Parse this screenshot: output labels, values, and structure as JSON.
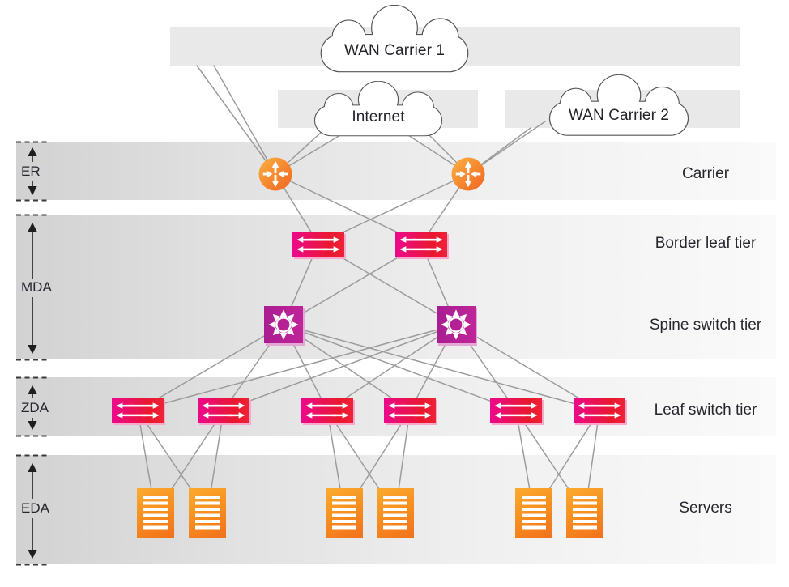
{
  "clouds": [
    {
      "label": "WAN Carrier 1"
    },
    {
      "label": "Internet"
    },
    {
      "label": "WAN Carrier 2"
    }
  ],
  "zones": [
    {
      "label": "ER"
    },
    {
      "label": "MDA"
    },
    {
      "label": "ZDA"
    },
    {
      "label": "EDA"
    }
  ],
  "tiers": [
    {
      "label": "Carrier"
    },
    {
      "label": "Border leaf tier"
    },
    {
      "label": "Spine switch tier"
    },
    {
      "label": "Leaf switch tier"
    },
    {
      "label": "Servers"
    }
  ],
  "icons": {
    "router": "round router with four arrows",
    "border_leaf_switch": "rectangle with bidirectional arrows",
    "spine_switch": "square with radial hub spokes",
    "leaf_switch": "rectangle with bidirectional arrows",
    "server": "orange box with white slots",
    "cloud": "network cloud outline"
  },
  "colors": {
    "router_orange_light": "#fbb043",
    "router_orange_dark": "#f1641f",
    "switch_magenta": "#ec098c",
    "switch_red": "#e9182e",
    "spine_purple_light": "#a81e92",
    "spine_purple_dark": "#c02498",
    "server_orange_light": "#fbab2e",
    "server_orange_dark": "#f1701d",
    "line_gray": "#9c9c9c",
    "band_gray": "#e9e9e9",
    "zone_band_gray": "#d2d2d2",
    "text_dark": "#26262e",
    "cloud_stroke": "#55565a"
  }
}
